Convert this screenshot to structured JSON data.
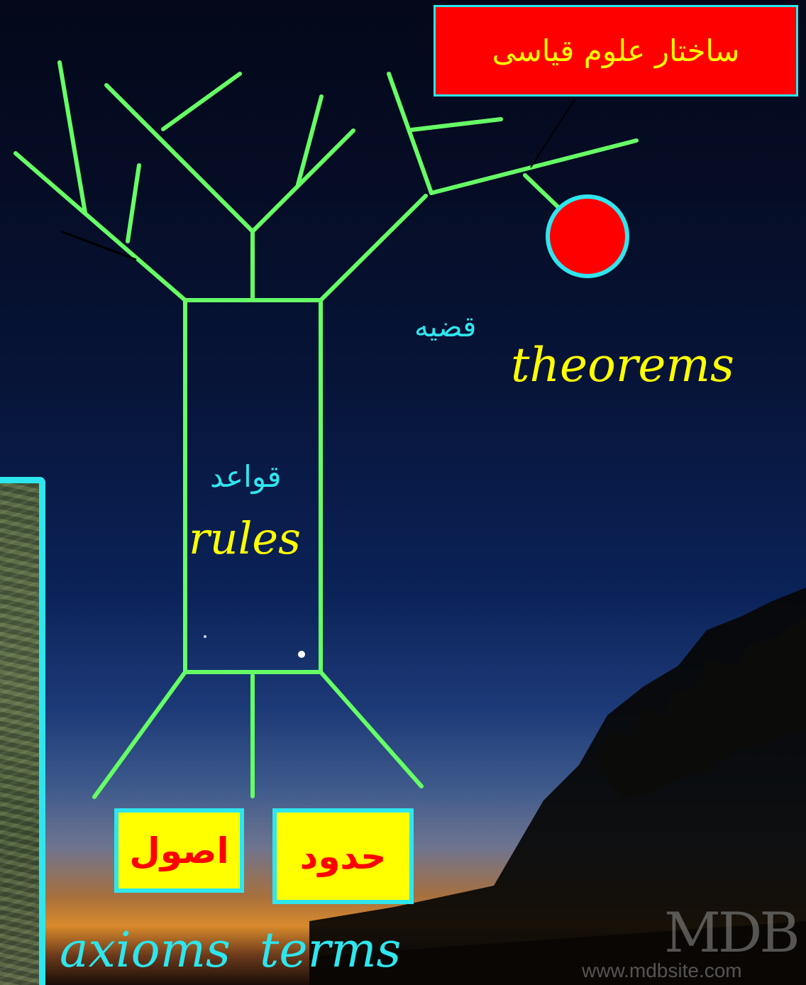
{
  "title": "ساختار علوم قیاسی",
  "labels": {
    "theorem_fa": "قضیه",
    "theorems_en": "theorems",
    "rules_fa": "قواعد",
    "rules_en": "rules",
    "axioms_fa": "اصول",
    "terms_fa": "حدود",
    "axioms_en": "axioms",
    "terms_en": "terms"
  },
  "watermark": {
    "logo": "MDB",
    "url": "www.mdbsite.com"
  },
  "colors": {
    "branch": "#66ff66",
    "accent": "#2ee6ee",
    "title_bg": "#ff0000",
    "title_text": "#ffff00",
    "fruit": "#ff0000",
    "english_text": "#ffff00",
    "box_bg": "#ffff00",
    "box_text": "#ff0000"
  }
}
